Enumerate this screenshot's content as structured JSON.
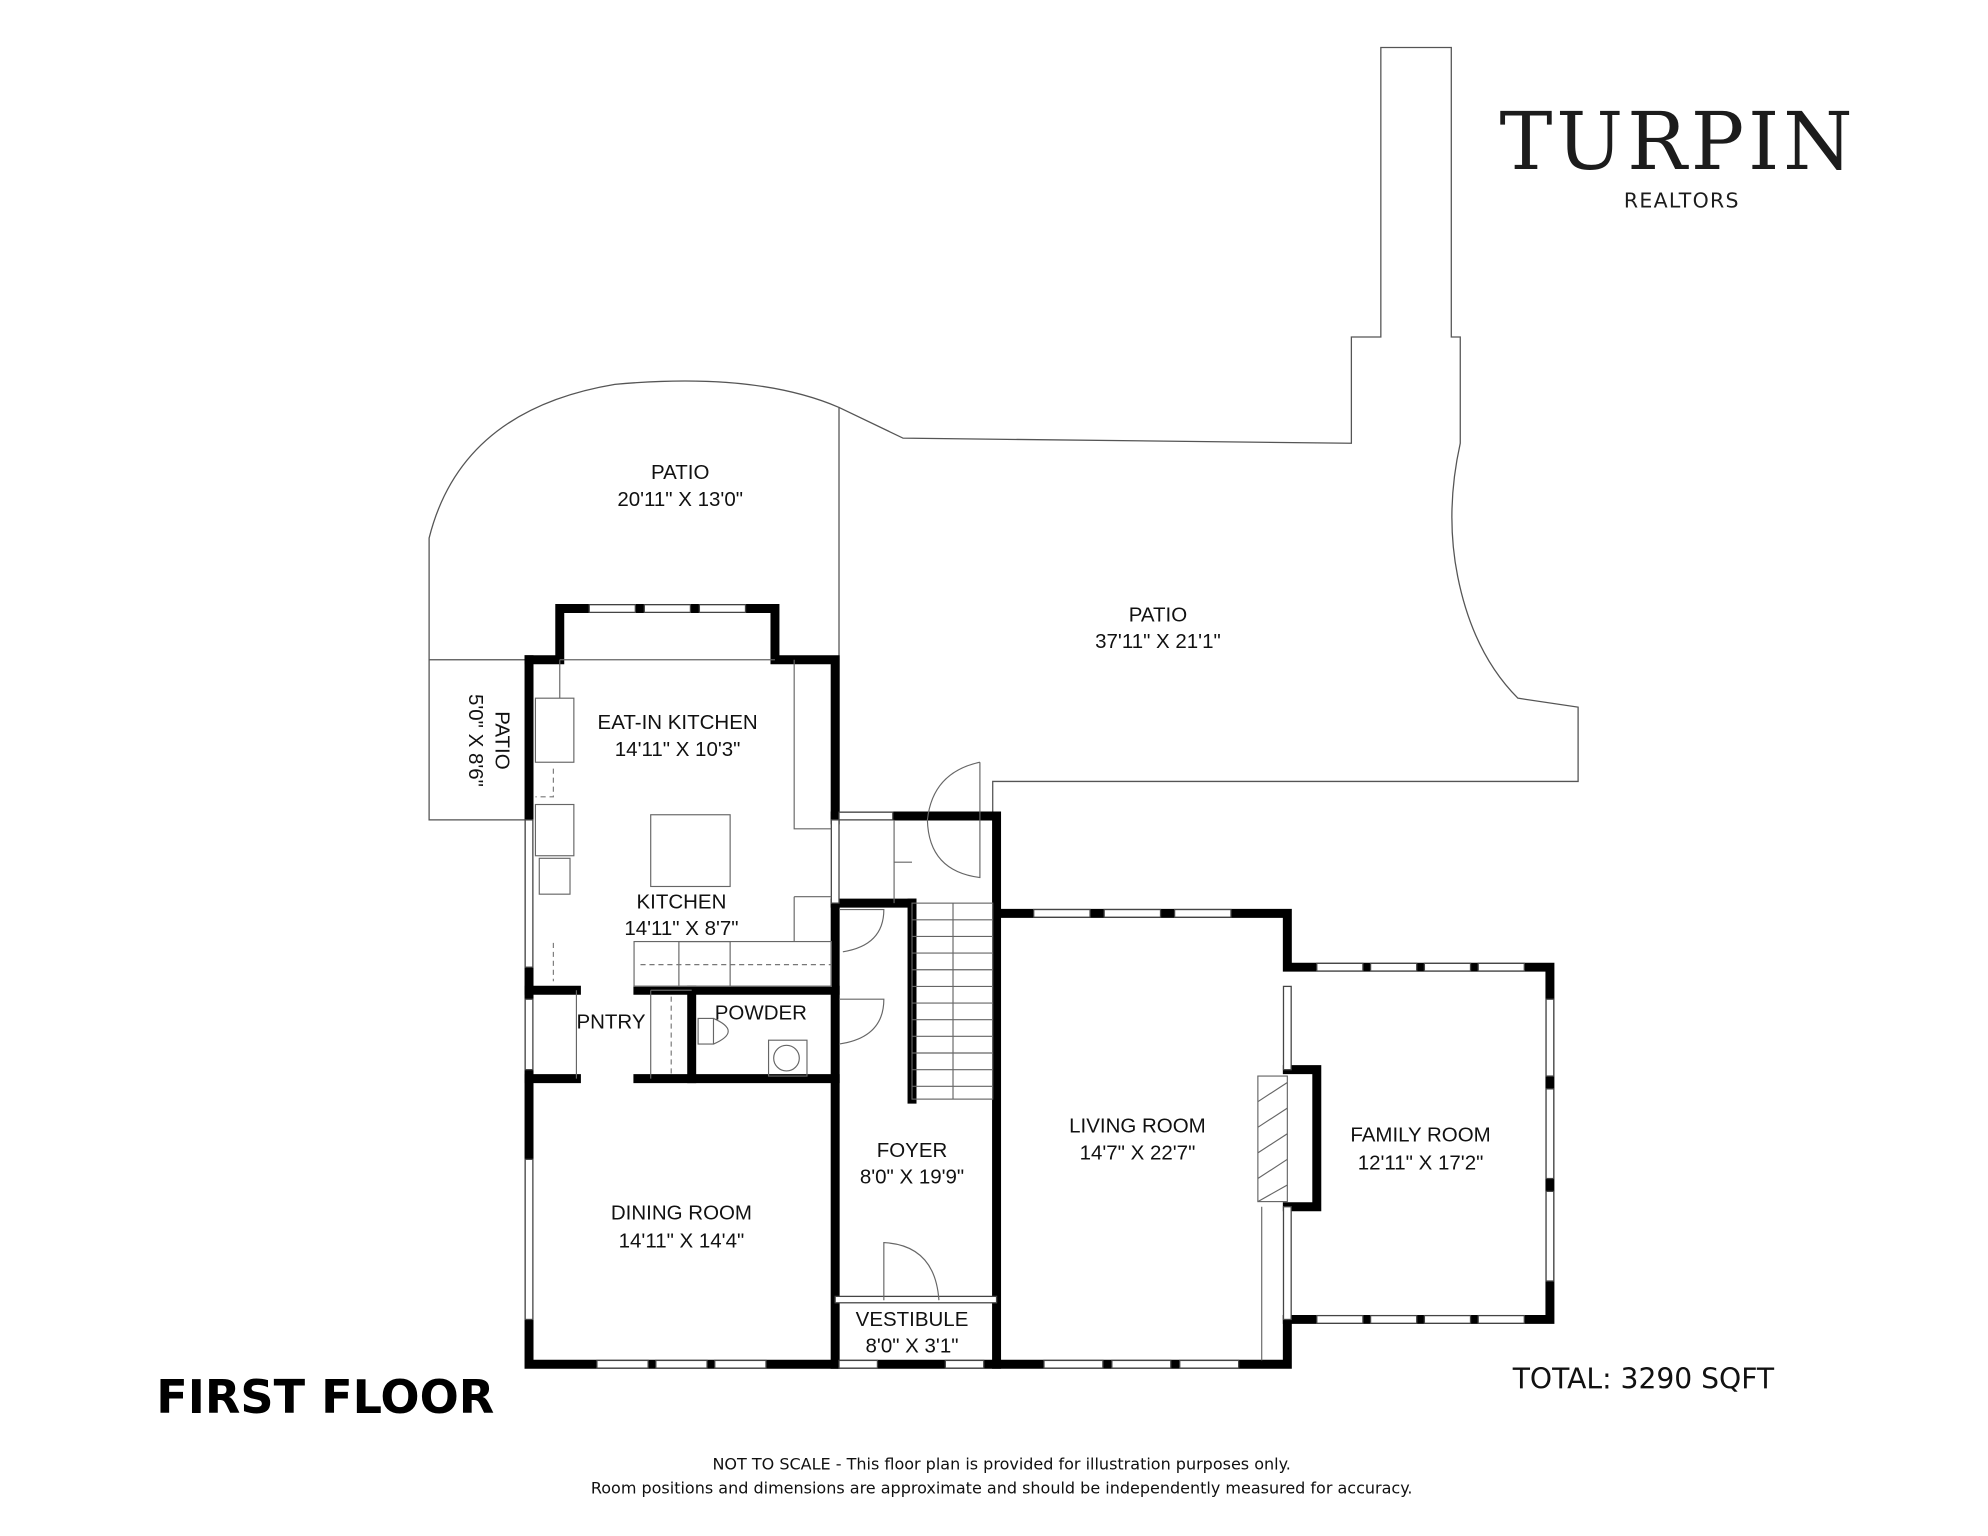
{
  "brand": {
    "name": "TURPIN",
    "subtitle": "REALTORS"
  },
  "floor_title": "FIRST FLOOR",
  "total": "TOTAL: 3290 SQFT",
  "disclaimer": [
    "NOT TO SCALE - This floor plan is provided for illustration purposes only.",
    "Room positions and dimensions are approximate and should be independently measured for accuracy."
  ],
  "rooms": {
    "patio_left": {
      "name": "PATIO",
      "dims": "20'11\" X 13'0\""
    },
    "patio_main": {
      "name": "PATIO",
      "dims": "37'11\" X 21'1\""
    },
    "patio_small": {
      "name": "PATIO",
      "dims": "5'0\" X 8'6\""
    },
    "eat_in_kitchen": {
      "name": "EAT-IN KITCHEN",
      "dims": "14'11\" X 10'3\""
    },
    "kitchen": {
      "name": "KITCHEN",
      "dims": "14'11\" X 8'7\""
    },
    "pantry": {
      "name": "PNTRY"
    },
    "powder": {
      "name": "POWDER"
    },
    "foyer": {
      "name": "FOYER",
      "dims": "8'0\" X 19'9\""
    },
    "living_room": {
      "name": "LIVING ROOM",
      "dims": "14'7\" X 22'7\""
    },
    "family_room": {
      "name": "FAMILY ROOM",
      "dims": "12'11\" X 17'2\""
    },
    "dining_room": {
      "name": "DINING ROOM",
      "dims": "14'11\" X 14'4\""
    },
    "vestibule": {
      "name": "VESTIBULE",
      "dims": "8'0\" X 3'1\""
    }
  }
}
